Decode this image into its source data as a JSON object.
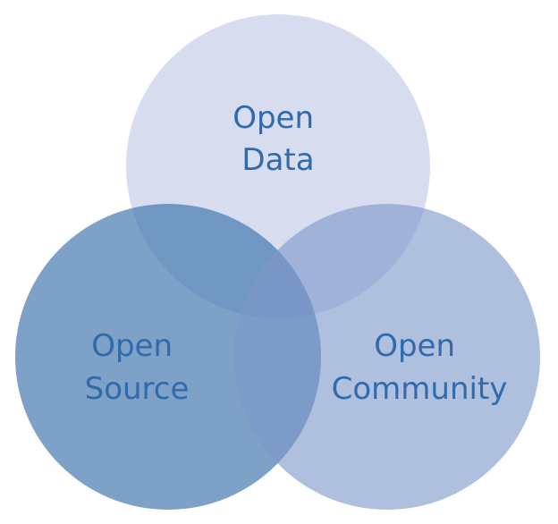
{
  "diagram": {
    "type": "venn",
    "sets": [
      {
        "key": "data",
        "line1": "Open",
        "line2": "Data",
        "color": "#ccd3ea",
        "opacity": 0.78
      },
      {
        "key": "source",
        "line1": "Open",
        "line2": "Source",
        "color": "#3f74ad",
        "opacity": 0.68
      },
      {
        "key": "community",
        "line1": "Open",
        "line2": "Community",
        "color": "#7e98c9",
        "opacity": 0.62
      }
    ],
    "label_color": "#2f6aad"
  }
}
